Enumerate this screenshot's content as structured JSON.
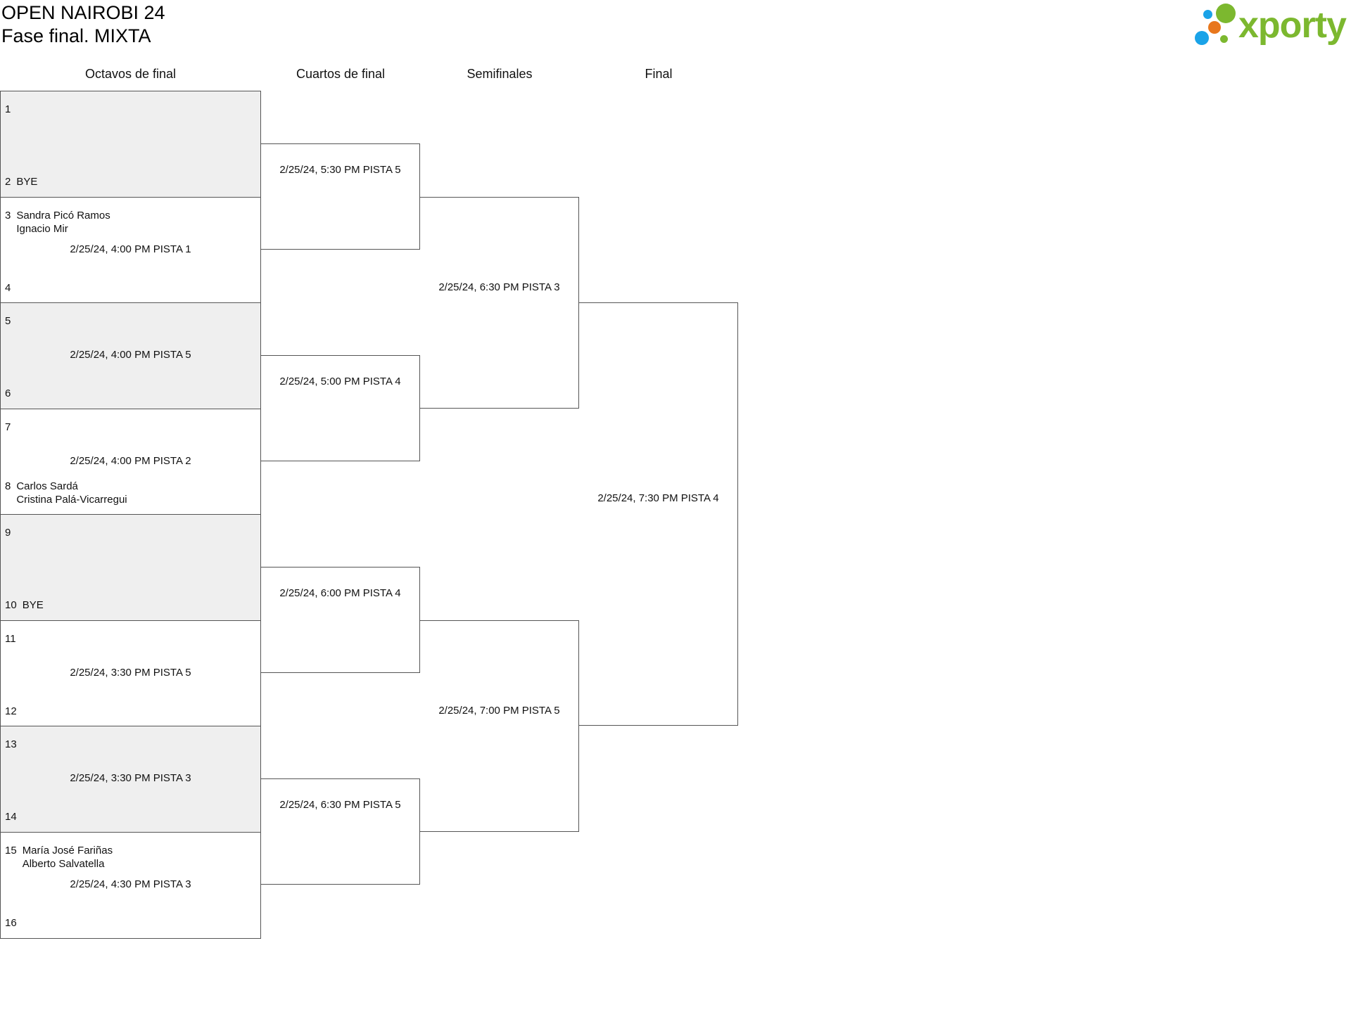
{
  "header": {
    "title": "OPEN NAIROBI 24",
    "subtitle": "Fase final. MIXTA"
  },
  "logo": {
    "text": "xporty",
    "colors": {
      "green": "#7cb82f",
      "orange": "#e8771c",
      "blue": "#1aa3e8"
    }
  },
  "columns": {
    "round16": "Octavos de final",
    "quarters": "Cuartos de final",
    "semis": "Semifinales",
    "final": "Final"
  },
  "round16": [
    {
      "top_num": "1",
      "top_names": [],
      "bottom_num": "2",
      "bottom_names": [
        "BYE"
      ],
      "info": ""
    },
    {
      "top_num": "3",
      "top_names": [
        "Sandra Picó Ramos",
        "Ignacio Mir"
      ],
      "bottom_num": "4",
      "bottom_names": [],
      "info": "2/25/24, 4:00 PM PISTA 1"
    },
    {
      "top_num": "5",
      "top_names": [],
      "bottom_num": "6",
      "bottom_names": [],
      "info": "2/25/24, 4:00 PM PISTA 5"
    },
    {
      "top_num": "7",
      "top_names": [],
      "bottom_num": "8",
      "bottom_names": [
        "Carlos Sardá",
        "Cristina Palá-Vicarregui"
      ],
      "info": "2/25/24, 4:00 PM PISTA 2"
    },
    {
      "top_num": "9",
      "top_names": [],
      "bottom_num": "10",
      "bottom_names": [
        "BYE"
      ],
      "info": ""
    },
    {
      "top_num": "11",
      "top_names": [],
      "bottom_num": "12",
      "bottom_names": [],
      "info": "2/25/24, 3:30 PM PISTA 5"
    },
    {
      "top_num": "13",
      "top_names": [],
      "bottom_num": "14",
      "bottom_names": [],
      "info": "2/25/24, 3:30 PM PISTA 3"
    },
    {
      "top_num": "15",
      "top_names": [
        "María José Fariñas",
        "Alberto Salvatella"
      ],
      "bottom_num": "16",
      "bottom_names": [],
      "info": "2/25/24, 4:30 PM PISTA 3"
    }
  ],
  "quarters": [
    {
      "info": "2/25/24, 5:30 PM PISTA 5"
    },
    {
      "info": "2/25/24, 5:00 PM PISTA 4"
    },
    {
      "info": "2/25/24, 6:00 PM PISTA 4"
    },
    {
      "info": "2/25/24, 6:30 PM PISTA 5"
    }
  ],
  "semis": [
    {
      "info": "2/25/24, 6:30 PM PISTA 3"
    },
    {
      "info": "2/25/24, 7:00 PM PISTA 5"
    }
  ],
  "final": [
    {
      "info": "2/25/24, 7:30 PM PISTA 4"
    }
  ]
}
